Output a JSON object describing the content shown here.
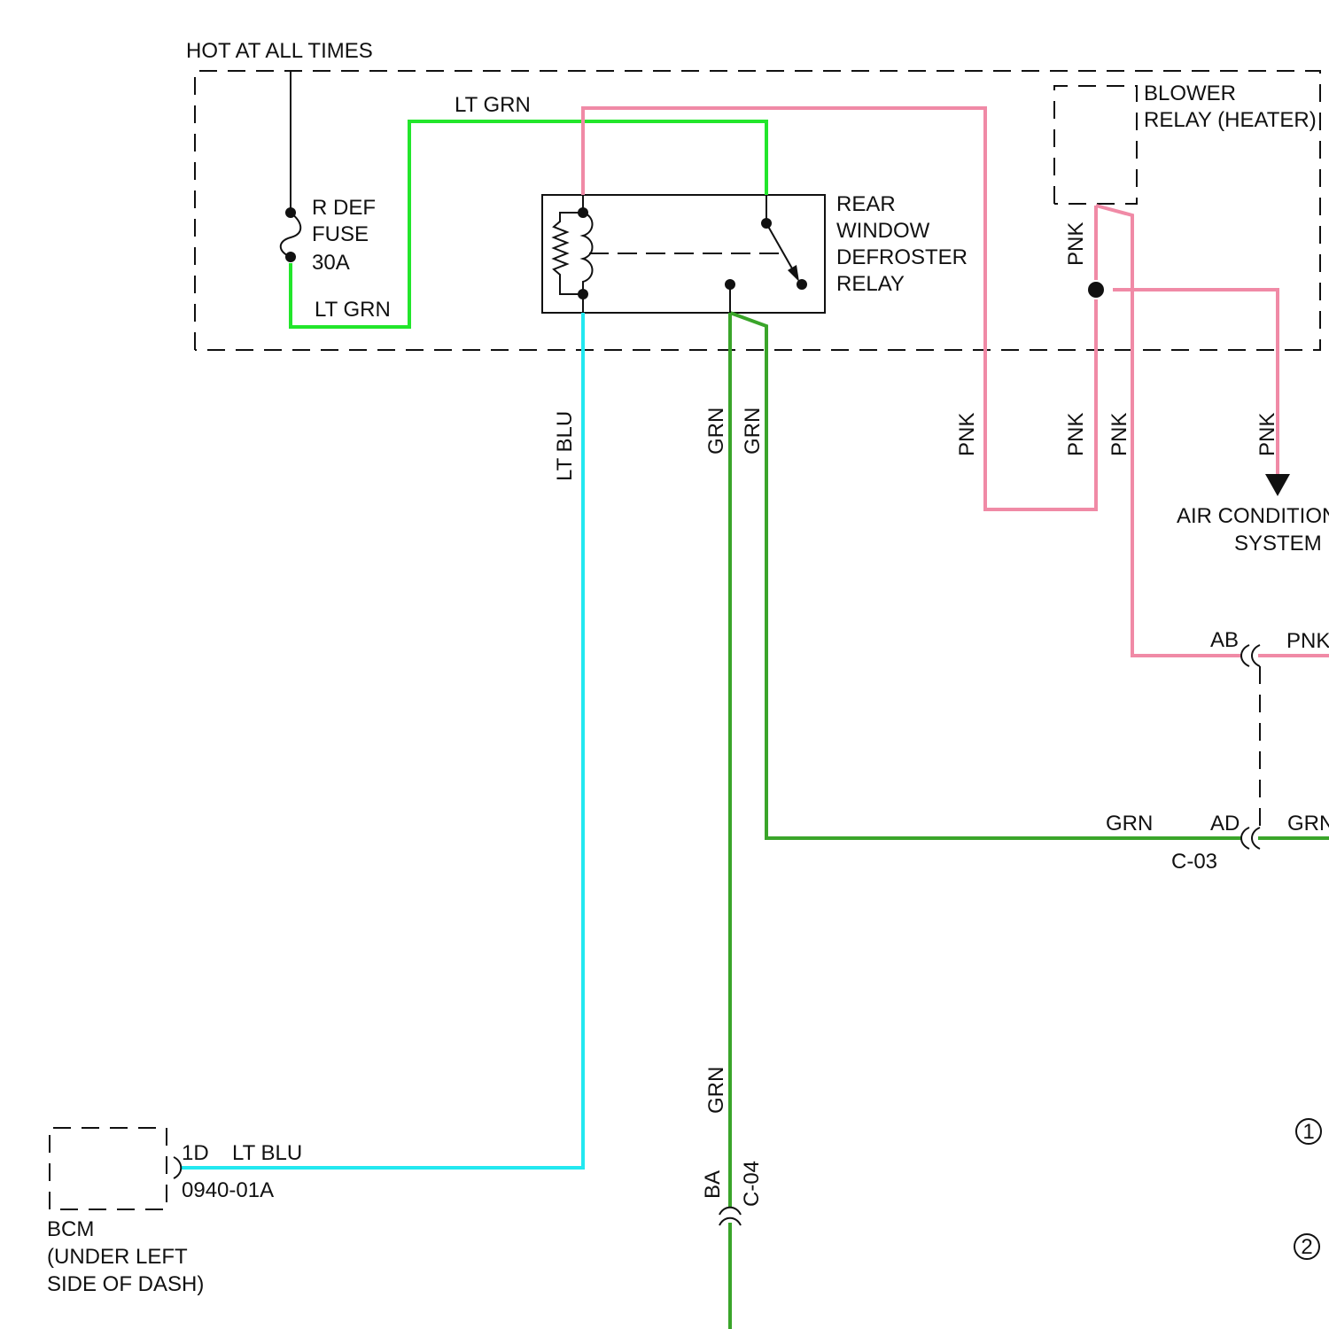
{
  "colors": {
    "lt_grn": "#22e62b",
    "grn": "#3aa52a",
    "pnk": "#f08aa6",
    "lt_blu": "#22e8f0",
    "ink": "#111111"
  },
  "labels": {
    "hot_at_all_times": "HOT AT ALL TIMES",
    "fuse_line1": "R DEF",
    "fuse_line2": "FUSE",
    "fuse_line3": "30A",
    "lt_grn_top": "LT GRN",
    "lt_grn_bottom": "LT GRN",
    "relay_line1": "REAR",
    "relay_line2": "WINDOW",
    "relay_line3": "DEFROSTER",
    "relay_line4": "RELAY",
    "blower_line1": "BLOWER",
    "blower_line2": "RELAY (HEATER)",
    "pnk_relay": "PNK",
    "lt_blu_vertical": "LT BLU",
    "grn_left": "GRN",
    "grn_right": "GRN",
    "pnk_1": "PNK",
    "pnk_2": "PNK",
    "pnk_3": "PNK",
    "pnk_4": "PNK",
    "ac_line1": "AIR CONDITIONING",
    "ac_line2": "SYSTEM",
    "ab": "AB",
    "pnk_ab": "PNK",
    "grn_ad_left": "GRN",
    "ad": "AD",
    "grn_ad_right": "GRN",
    "c03": "C-03",
    "grn_lower": "GRN",
    "ba": "BA",
    "c04": "C-04",
    "pin_1d": "1D",
    "lt_blu_bcm": "LT BLU",
    "bcm_code": "0940-01A",
    "bcm_line1": "BCM",
    "bcm_line2": "(UNDER LEFT",
    "bcm_line3": "SIDE OF DASH)",
    "note_1": "1",
    "note_2": "2"
  }
}
